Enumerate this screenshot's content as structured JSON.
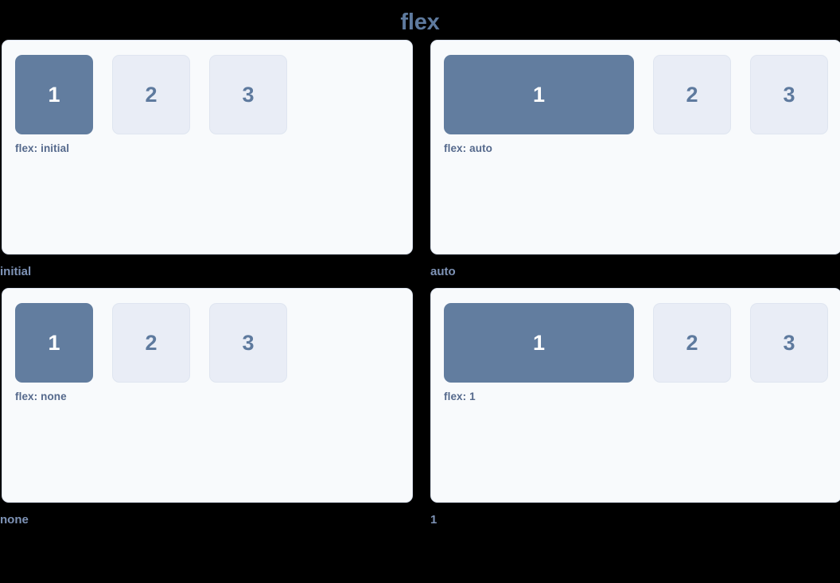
{
  "title": "flex",
  "theme": {
    "page_background": "#000000",
    "card_background": "#f8fafc",
    "card_border": "#dbe2ee",
    "accent_filled": "#627d9f",
    "ghost_background": "#e9edf6",
    "ghost_text": "#5e7a9e",
    "title_color": "#5e7a9e",
    "caption_color": "#7e93b6",
    "prop_label_color": "#55698c"
  },
  "demos": [
    {
      "id": "initial",
      "caption": "initial",
      "prop_label": "flex: initial",
      "boxes": [
        {
          "label": "1",
          "style": "filled",
          "grows": false
        },
        {
          "label": "2",
          "style": "ghost",
          "grows": false
        },
        {
          "label": "3",
          "style": "ghost",
          "grows": false
        }
      ]
    },
    {
      "id": "auto",
      "caption": "auto",
      "prop_label": "flex: auto",
      "boxes": [
        {
          "label": "1",
          "style": "filled",
          "grows": true
        },
        {
          "label": "2",
          "style": "ghost",
          "grows": false
        },
        {
          "label": "3",
          "style": "ghost",
          "grows": false
        }
      ]
    },
    {
      "id": "none",
      "caption": "none",
      "prop_label": "flex: none",
      "boxes": [
        {
          "label": "1",
          "style": "filled",
          "grows": false
        },
        {
          "label": "2",
          "style": "ghost",
          "grows": false
        },
        {
          "label": "3",
          "style": "ghost",
          "grows": false
        }
      ]
    },
    {
      "id": "one",
      "caption": "1",
      "prop_label": "flex: 1",
      "boxes": [
        {
          "label": "1",
          "style": "filled",
          "grows": true
        },
        {
          "label": "2",
          "style": "ghost",
          "grows": false
        },
        {
          "label": "3",
          "style": "ghost",
          "grows": false
        }
      ]
    }
  ]
}
